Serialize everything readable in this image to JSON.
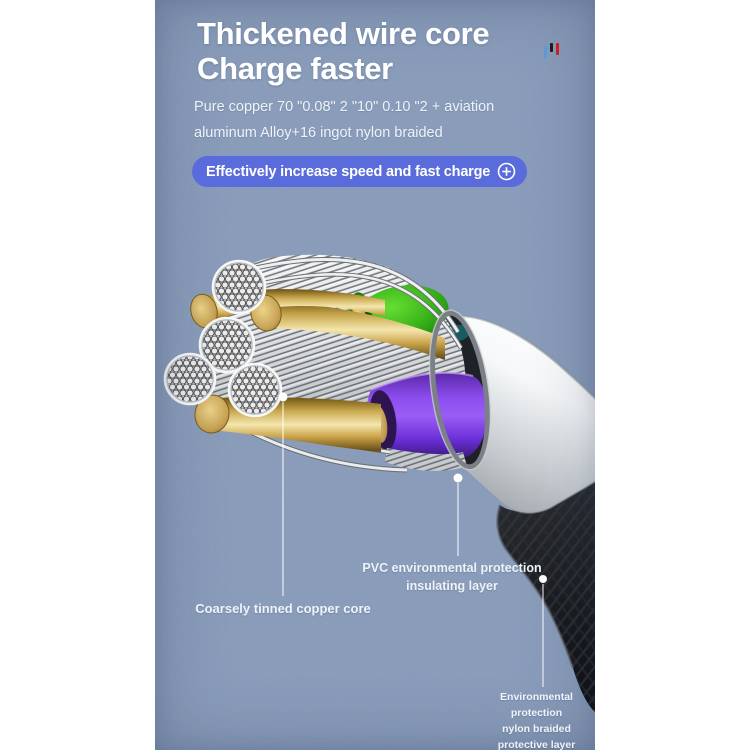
{
  "page": {
    "background": "#ffffff"
  },
  "banner": {
    "background": "#8296B6",
    "header": {
      "title_line1": "Thickened wire core",
      "title_line2": "Charge faster",
      "subtitle_line1": "Pure copper 70 \"0.08\" 2 \"10\" 0.10 \"2 + aviation",
      "subtitle_line2": "aluminum Alloy+16 ingot nylon braided"
    },
    "brand_logo_colors": {
      "blue": "#5A9AD8",
      "black": "#1C1C1C",
      "red": "#CC2020"
    },
    "feature_badge": {
      "label": "Effectively increase speed and fast charge",
      "icon": "circle-plus-icon",
      "background": "#5A6BDC",
      "text_color": "#FFFFFF"
    },
    "callouts": [
      {
        "label": "Coarsely tinned copper core"
      },
      {
        "line1": "PVC environmental protection",
        "line2": "insulating layer"
      },
      {
        "line1": "Environmental protection",
        "line2": "nylon braided",
        "line3": "protective layer"
      }
    ],
    "illustration": {
      "description": "Cutaway 3D render of braided charging cable showing inner layers",
      "colors": {
        "tinned_copper_strands": "#D8DBDE",
        "copper_gold_wire": "#D3B05E",
        "green_insulation": "#3DB81C",
        "purple_insulation": "#7B3BE0",
        "aluminum_braid": "#C9CDD2",
        "pvc_sheath": "#F2F4F5",
        "nylon_braid": "#1A1C1E"
      }
    }
  }
}
